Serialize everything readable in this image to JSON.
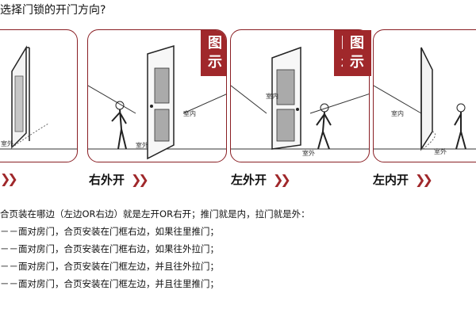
{
  "title": "选择门锁的开门方向?",
  "badge": {
    "line1": "图",
    "line2": "示"
  },
  "panels": [
    {
      "indoor": "",
      "outdoor": "室外"
    },
    {
      "indoor": "室内",
      "outdoor": "室外"
    },
    {
      "indoor": "室内",
      "outdoor": "室外"
    },
    {
      "indoor": "室内",
      "outdoor": "室外"
    }
  ],
  "captions": [
    "",
    "右外开",
    "左外开",
    "左内开"
  ],
  "chevron": "❯❯",
  "lines": [
    "合页装在哪边（左边OR右边）就是左开OR右开；推门就是内，拉门就是外：",
    "－－面对房门，合页安装在门框右边，如果往里推门；",
    "－－面对房门，合页安装在门框右边，如果往外拉门；",
    "－－面对房门，合页安装在门框左边，并且往外拉门；",
    "－－面对房门，合页安装在门框左边，并且往里推门；"
  ],
  "colors": {
    "accent": "#a0282b",
    "border": "#8a1f24"
  }
}
